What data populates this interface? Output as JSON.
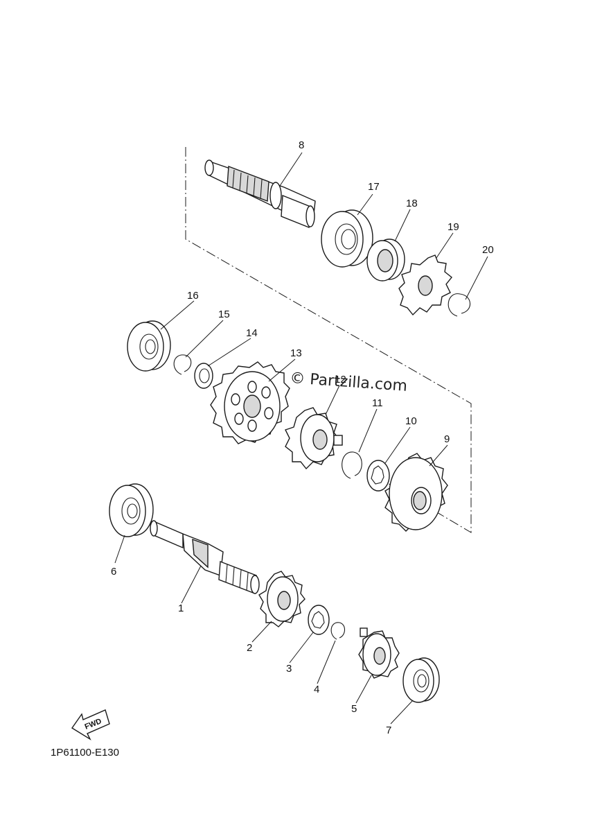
{
  "watermark": "© Partzilla.com",
  "diagram_code": "1P61100-E130",
  "fwd_label": "FWD",
  "callouts": [
    "1",
    "2",
    "3",
    "4",
    "5",
    "6",
    "7",
    "8",
    "9",
    "10",
    "11",
    "12",
    "13",
    "14",
    "15",
    "16",
    "17",
    "18",
    "19",
    "20"
  ]
}
